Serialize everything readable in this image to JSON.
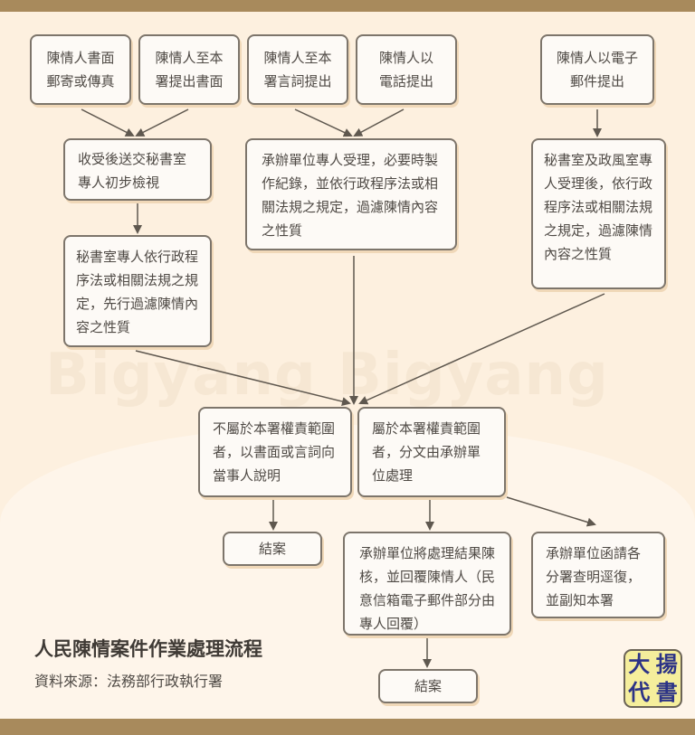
{
  "watermark": "Bigyang  Bigyang",
  "boxes": {
    "b1": "陳情人書面郵寄或傳真",
    "b2": "陳情人至本署提出書面",
    "b3": "陳情人至本署言詞提出",
    "b4": "陳情人以電話提出",
    "b5": "陳情人以電子郵件提出",
    "b6": "收受後送交秘書室專人初步檢視",
    "b7": "承辦單位專人受理，必要時製作紀錄，並依行政程序法或相關法規之規定，過濾陳情內容之性質",
    "b8": "秘書室及政風室專人受理後，依行政程序法或相關法規之規定，過濾陳情內容之性質",
    "b9": "秘書室專人依行政程序法或相關法規之規定，先行過濾陳情內容之性質",
    "b10": "不屬於本署權責範圍者，以書面或言詞向當事人說明",
    "b11": "屬於本署權責範圍者，分文由承辦單位處理",
    "b12": "結案",
    "b13": "承辦單位將處理結果陳核，並回覆陳情人（民意信箱電子郵件部分由專人回覆）",
    "b14": "承辦單位函請各分署查明逕復，並副知本署",
    "b15": "結案"
  },
  "title": "人民陳情案件作業處理流程",
  "source": "資料來源：法務部行政執行署",
  "logo": [
    "大",
    "揚",
    "代",
    "書"
  ],
  "colors": {
    "background": "#fdf0df",
    "bar": "#a88a5c",
    "border": "#7d756b",
    "logo_bg": "#f5ee9c",
    "logo_text": "#2c3386"
  }
}
